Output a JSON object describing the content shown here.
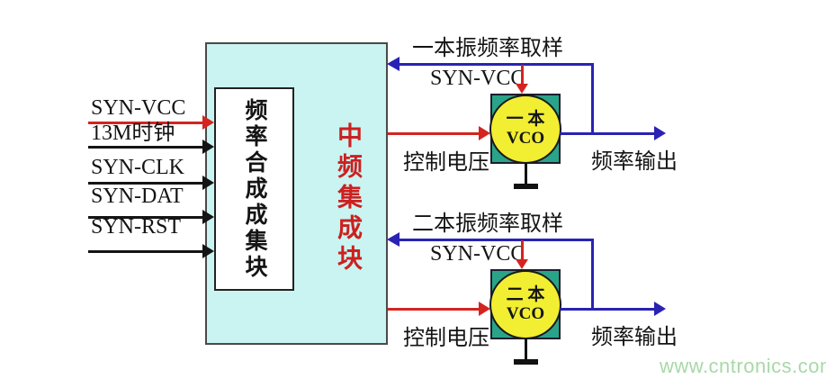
{
  "colors": {
    "red": "#d42420",
    "blue": "#2a22b4",
    "wire-black": "#141414",
    "cyan-fill": "#c9f4f1",
    "green-fill": "#2aa489",
    "yellow-fill": "#f2ee32",
    "label-red": "#cc2020",
    "watermark-green": "#a8d8a8",
    "ink": "#141414"
  },
  "blocks": {
    "if_block_label": "中频集成块",
    "synth_block_label": "频率合成成集块"
  },
  "inputs": [
    {
      "label": "SYN-VCC",
      "wire_color": "#d42420"
    },
    {
      "label": "13M时钟",
      "wire_color": "#141414"
    },
    {
      "label": "SYN-CLK",
      "wire_color": "#141414"
    },
    {
      "label": "SYN-DAT",
      "wire_color": "#141414"
    },
    {
      "label": "SYN-RST",
      "wire_color": "#141414"
    }
  ],
  "units": [
    {
      "feedback_label": "一本振频率取样",
      "supply_label": "SYN-VCC",
      "vco_name": "一 本",
      "vco_type": "VCO",
      "control_label": "控制电压",
      "output_label": "频率输出"
    },
    {
      "feedback_label": "二本振频率取样",
      "supply_label": "SYN-VCC",
      "vco_name": "二 本",
      "vco_type": "VCO",
      "control_label": "控制电压",
      "output_label": "频率输出"
    }
  ],
  "watermark": "www.cntronics.com"
}
